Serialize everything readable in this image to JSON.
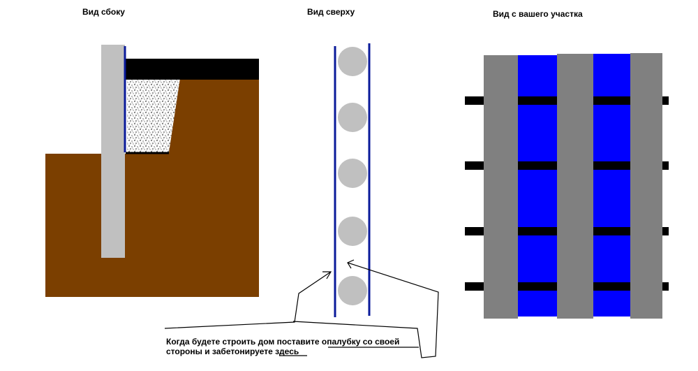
{
  "titles": {
    "side_view": "Вид сбоку",
    "top_view": "Вид сверху",
    "plot_view": "Вид с вашего участка"
  },
  "note": {
    "line1": "Когда будете строить дом поставите опалубку со своей",
    "line2": "стороны и забетонируете здесь"
  },
  "colors": {
    "soil": "#7b3f00",
    "concrete_pile": "#c0c0c0",
    "formwork": "#0a1a9a",
    "slab": "#000000",
    "fence_post": "#808080",
    "fence_panel": "#0000ff",
    "fence_rail": "#000000",
    "arrow": "#000000"
  }
}
